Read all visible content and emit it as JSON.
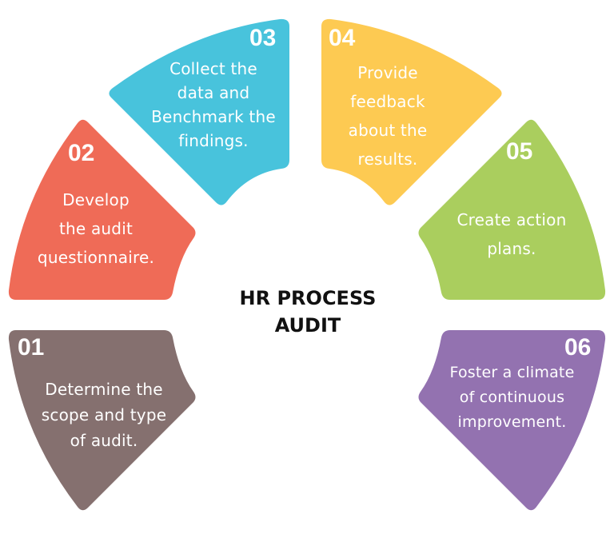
{
  "title": {
    "line1": "HR PROCESS",
    "line2": "AUDIT"
  },
  "colors": {
    "step01": "#85706F",
    "step02": "#EF6B57",
    "step03": "#48C3DC",
    "step04": "#FDCA52",
    "step05": "#AACE5E",
    "step06": "#9372B0",
    "text": "#FFFFFF",
    "title": "#111111"
  },
  "steps": [
    {
      "number": "01",
      "lines": [
        "Determine the",
        "scope and type",
        "of audit."
      ]
    },
    {
      "number": "02",
      "lines": [
        "Develop",
        "the audit",
        "questionnaire."
      ]
    },
    {
      "number": "03",
      "lines": [
        "Collect the",
        "data and",
        "Benchmark the",
        "findings."
      ]
    },
    {
      "number": "04",
      "lines": [
        "Provide",
        "feedback",
        "about the",
        "results."
      ]
    },
    {
      "number": "05",
      "lines": [
        "Create action",
        "plans."
      ]
    },
    {
      "number": "06",
      "lines": [
        "Foster a climate",
        "of continuous",
        "improvement."
      ]
    }
  ]
}
